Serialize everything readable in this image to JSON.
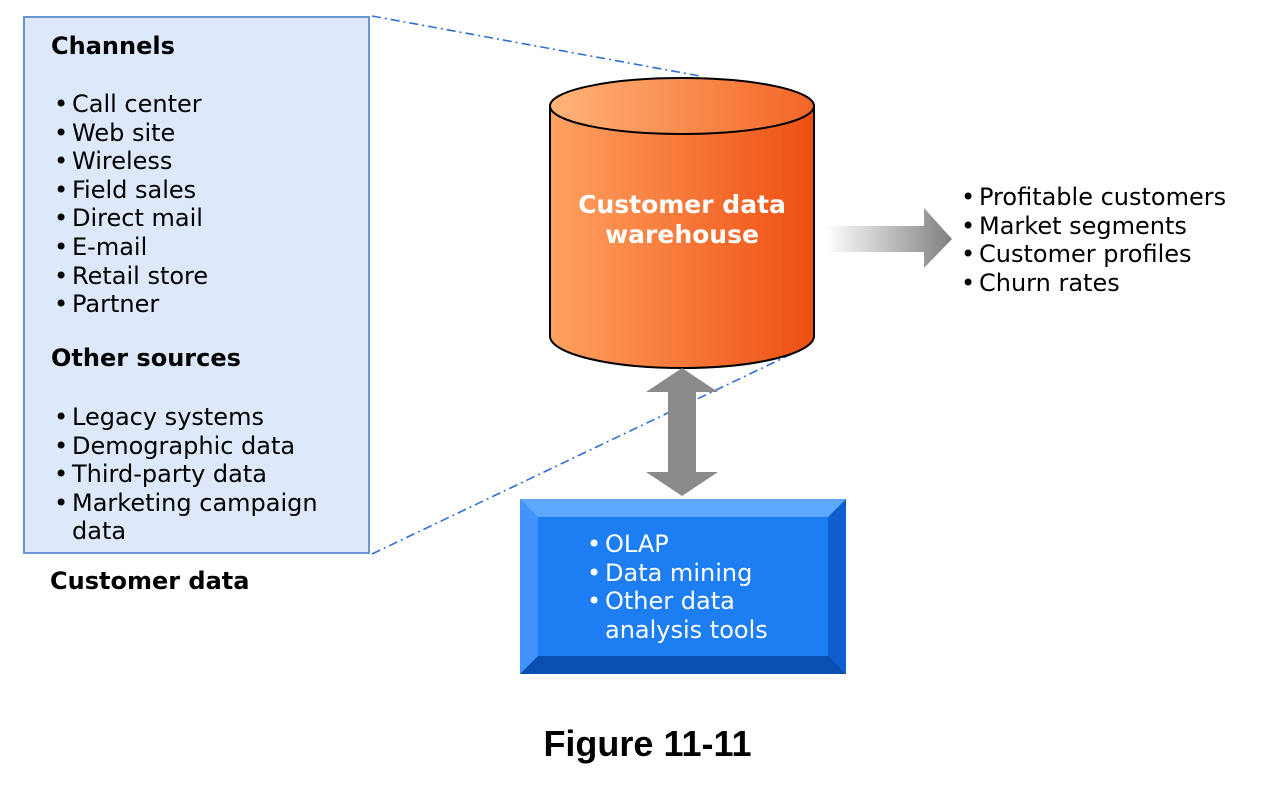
{
  "customer_data": {
    "channels_heading": "Channels",
    "channels": [
      "Call center",
      "Web site",
      "Wireless",
      "Field sales",
      "Direct mail",
      "E-mail",
      "Retail store",
      "Partner"
    ],
    "other_sources_heading": "Other sources",
    "other_sources": [
      "Legacy systems",
      "Demographic data",
      "Third-party data",
      "Marketing campaign data"
    ],
    "caption": "Customer data"
  },
  "warehouse": {
    "line1": "Customer data",
    "line2": "warehouse",
    "color_light": "#ffa261",
    "color_dark": "#ee4f12"
  },
  "outputs": [
    "Profitable customers",
    "Market segments",
    "Customer profiles",
    "Churn rates"
  ],
  "tools": [
    "OLAP",
    "Data mining",
    "Other data analysis tools"
  ],
  "figure_caption": "Figure 11-11",
  "colors": {
    "source_box_fill": "#dde9fb",
    "source_box_border": "#6d95d6",
    "tools_box_fill": "#1c7ef2",
    "arrow_gray": "#8a8a8a",
    "connector_blue": "#2f6fd6"
  }
}
